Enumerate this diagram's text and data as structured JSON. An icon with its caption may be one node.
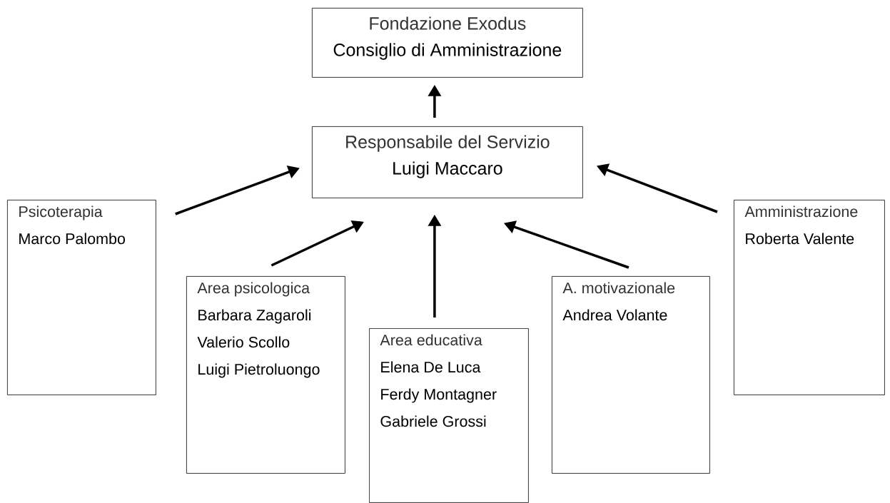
{
  "diagram": {
    "nodes": [
      {
        "text": [
          "Fondazione Exodus",
          "Consiglio di Amministrazione"
        ]
      },
      {
        "text": [
          "Responsabile del Servizio",
          "Luigi Maccaro"
        ]
      },
      {
        "text": [
          "Psicoterapia",
          "Marco Palombo"
        ]
      },
      {
        "text": [
          "Area psicologica",
          "Barbara Zagaroli",
          "Valerio Scollo",
          "Luigi Pietroluongo"
        ]
      },
      {
        "text": [
          "Area educativa",
          "Elena De Luca",
          "Ferdy Montagner",
          "Gabriele Grossi"
        ]
      },
      {
        "text": [
          "A. motivazionale",
          "Andrea Volante"
        ]
      },
      {
        "text": [
          "Amministrazione",
          "Roberta Valente"
        ]
      }
    ],
    "edges": [
      {
        "from": 1,
        "to": 0,
        "arrow": "to"
      },
      {
        "from": 2,
        "to": 1,
        "arrow": "to"
      },
      {
        "from": 3,
        "to": 1,
        "arrow": "to"
      },
      {
        "from": 4,
        "to": 1,
        "arrow": "to"
      },
      {
        "from": 5,
        "to": 1,
        "arrow": "to"
      },
      {
        "from": 6,
        "to": 1,
        "arrow": "to"
      }
    ]
  }
}
